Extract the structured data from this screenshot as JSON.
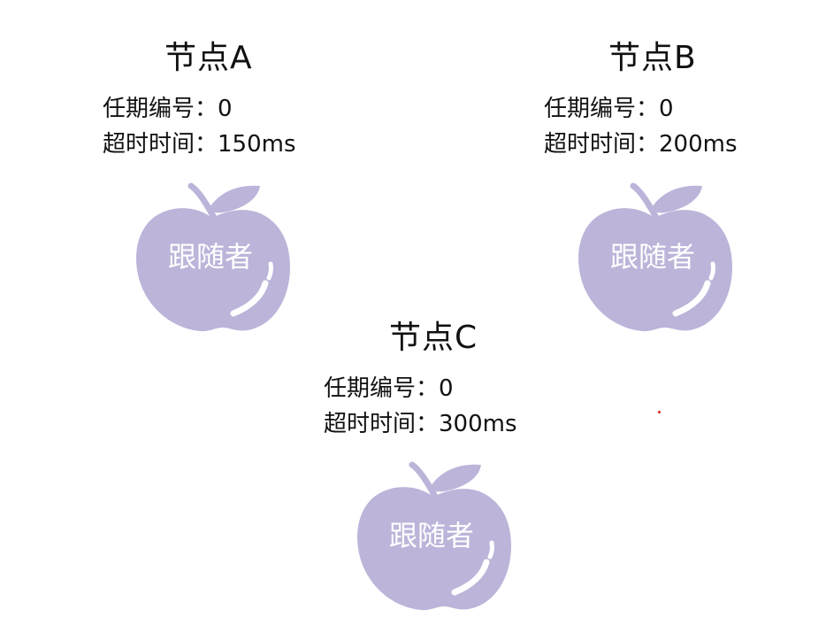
{
  "colors": {
    "apple_fill": "#bcb4d9",
    "apple_highlight": "#ffffff",
    "role_text": "#ffffff",
    "text": "#111111",
    "dot": "#dd1f1f"
  },
  "nodes": [
    {
      "title": "节点A",
      "term_label": "任期编号：",
      "term_value": "0",
      "timeout_label": "超时时间：",
      "timeout_value": "150ms",
      "role": "跟随者",
      "icon": "apple-icon"
    },
    {
      "title": "节点B",
      "term_label": "任期编号：",
      "term_value": "0",
      "timeout_label": "超时时间：",
      "timeout_value": "200ms",
      "role": "跟随者",
      "icon": "apple-icon"
    },
    {
      "title": "节点C",
      "term_label": "任期编号：",
      "term_value": "0",
      "timeout_label": "超时时间：",
      "timeout_value": "300ms",
      "role": "跟随者",
      "icon": "apple-icon"
    }
  ]
}
